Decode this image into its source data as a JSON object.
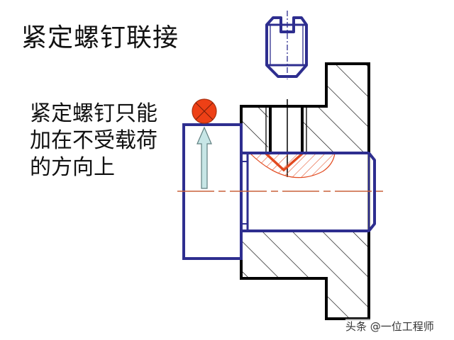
{
  "title": "紧定螺钉联接",
  "note": {
    "lines": [
      "紧定螺钉只能",
      "加在不受载荷",
      "的方向上"
    ]
  },
  "watermark": "头条 @一位工程师",
  "colors": {
    "part_outline": "#2e2e8f",
    "housing_outline": "#000000",
    "centerline": "#c8613a",
    "contact_hatch": "#e24a1f",
    "load_marker_fill": "#ee4016",
    "arrow_fill": "#c7e6e6",
    "arrow_stroke": "#5f7f80"
  },
  "diagram": {
    "components": [
      "set-screw (exploded)",
      "housing (hatched section)",
      "shaft",
      "hub",
      "load marker (⊗)",
      "force arrow (up)",
      "centerline"
    ]
  }
}
